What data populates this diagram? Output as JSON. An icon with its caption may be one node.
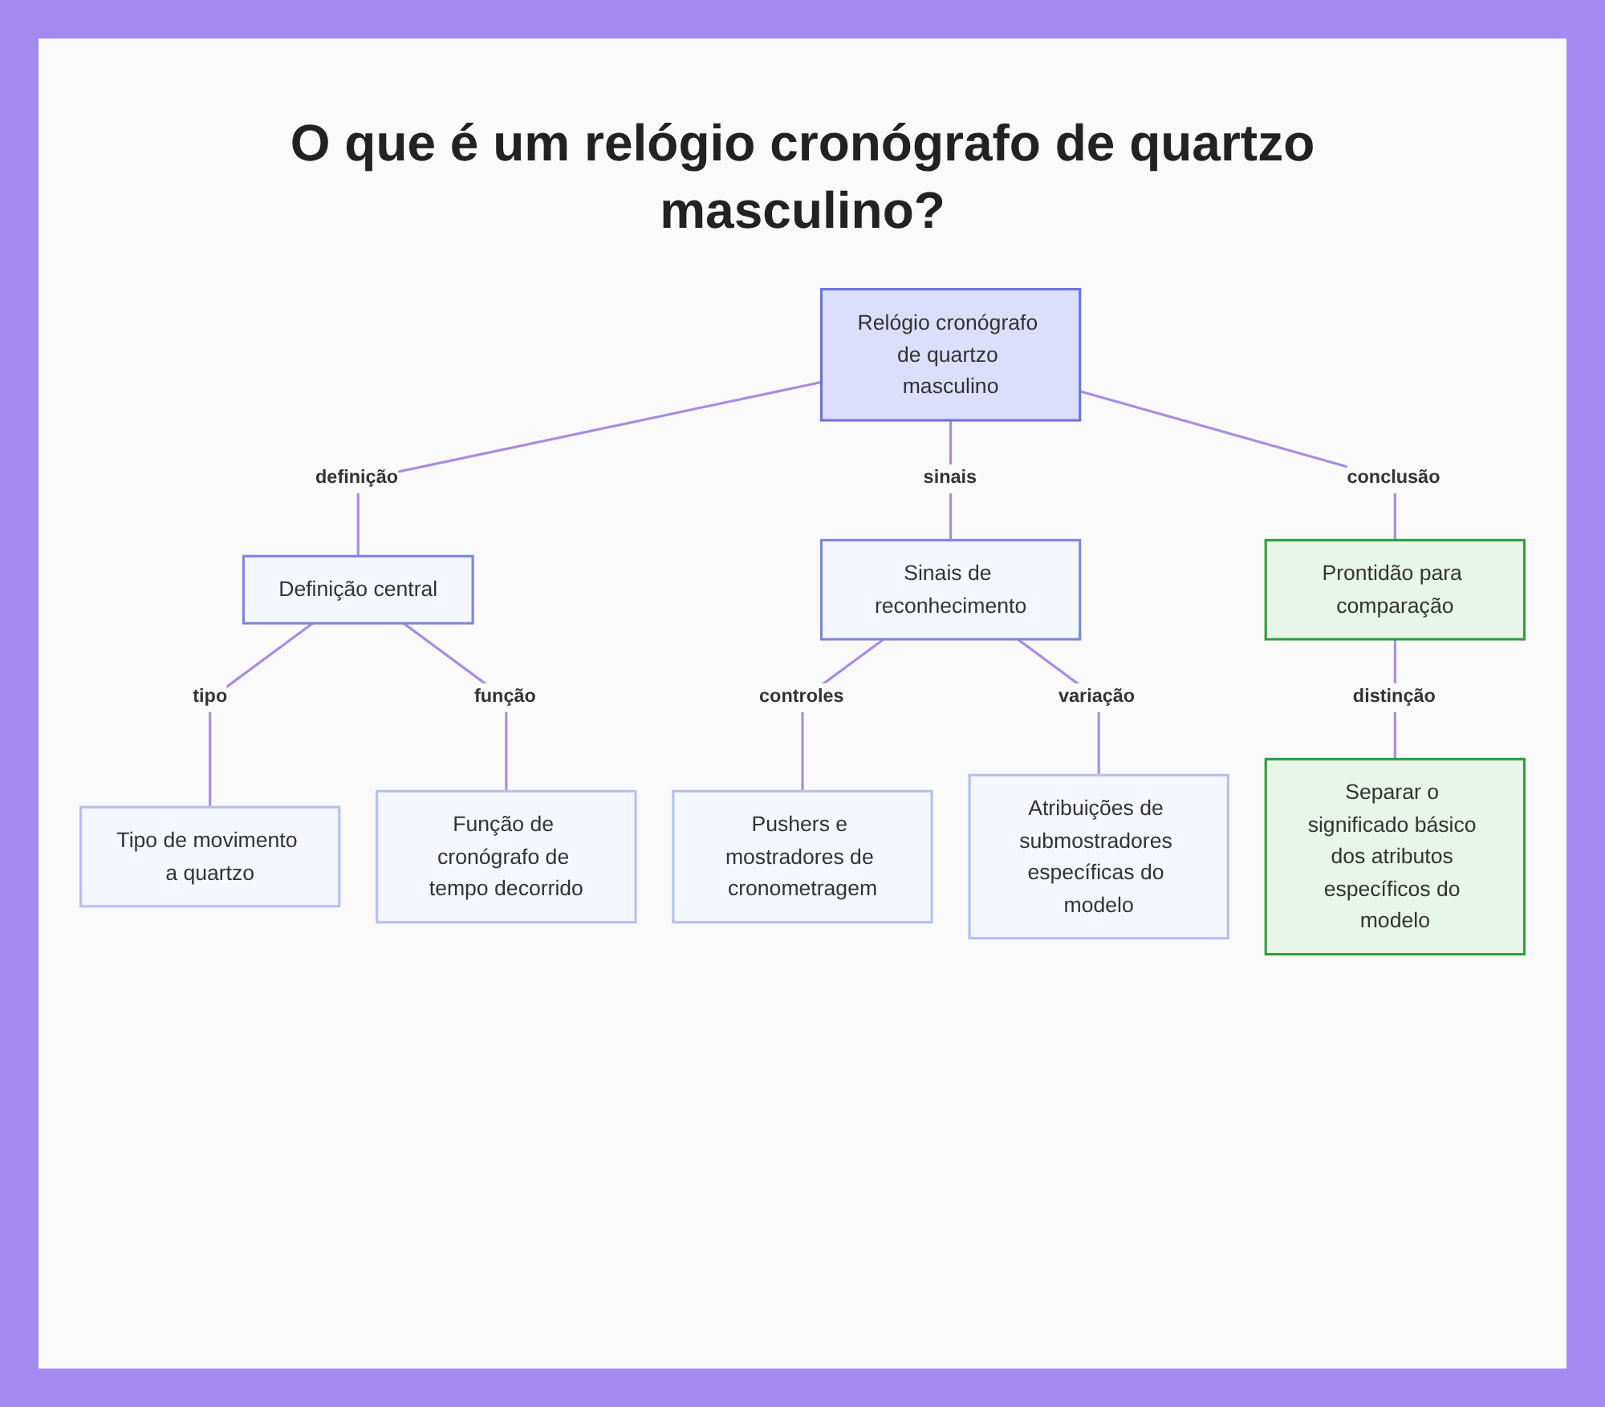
{
  "diagram": {
    "title": "O que é um relógio cronógrafo de quartzo masculino?",
    "nodes": [
      {
        "text": [
          "Relógio cronógrafo de quartzo masculino"
        ]
      },
      {
        "text": [
          "Definição central"
        ]
      },
      {
        "text": [
          "Sinais de reconhecimento"
        ]
      },
      {
        "text": [
          "Prontidão para comparação"
        ]
      },
      {
        "text": [
          "Tipo de movimento a quartzo"
        ]
      },
      {
        "text": [
          "Função de cronógrafo de tempo decorrido"
        ]
      },
      {
        "text": [
          "Pushers e mostradores de cronometragem"
        ]
      },
      {
        "text": [
          "Atribuições de submostradores específicas do modelo"
        ]
      },
      {
        "text": [
          "Separar o significado básico dos atributos específicos do modelo"
        ]
      }
    ],
    "edges": [
      {
        "from": 0,
        "to": 1,
        "arrow": "none",
        "label": "definição"
      },
      {
        "from": 0,
        "to": 2,
        "arrow": "none",
        "label": "sinais"
      },
      {
        "from": 0,
        "to": 3,
        "arrow": "none",
        "label": "conclusão"
      },
      {
        "from": 1,
        "to": 4,
        "arrow": "none",
        "label": "tipo"
      },
      {
        "from": 1,
        "to": 5,
        "arrow": "none",
        "label": "função"
      },
      {
        "from": 2,
        "to": 6,
        "arrow": "none",
        "label": "controles"
      },
      {
        "from": 2,
        "to": 7,
        "arrow": "none",
        "label": "variação"
      },
      {
        "from": 3,
        "to": 8,
        "arrow": "none",
        "label": "distinção"
      }
    ]
  }
}
